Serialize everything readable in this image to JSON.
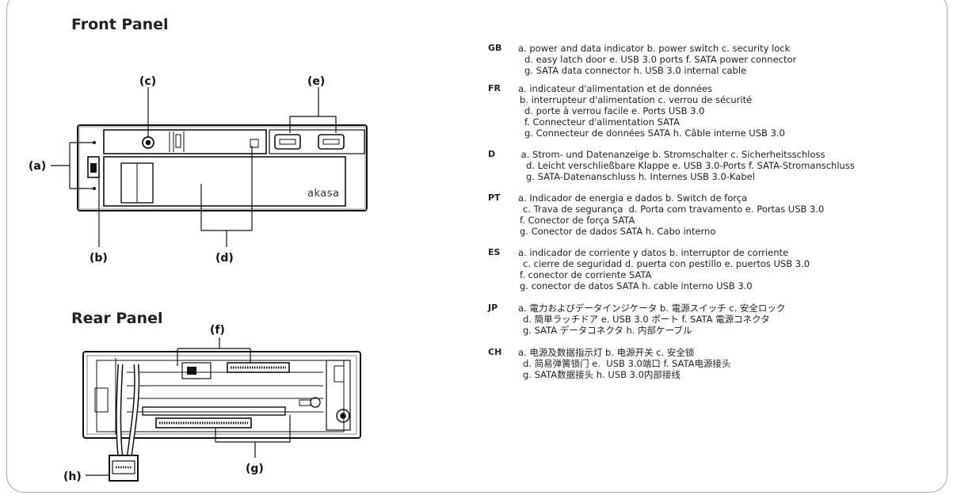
{
  "headings": {
    "front": "Front Panel",
    "rear": "Rear Panel"
  },
  "callouts": {
    "a": "(a)",
    "b": "(b)",
    "c": "(c)",
    "d": "(d)",
    "e": "(e)",
    "f": "(f)",
    "g": "(g)",
    "h": "(h)"
  },
  "brand": "akasa",
  "languages": [
    {
      "code": "GB",
      "lines": [
        "a. power and data indicator b. power switch c. security lock",
        "d. easy latch door e. USB 3.0 ports f. SATA power connector",
        "g. SATA data connector h. USB 3.0 internal cable"
      ]
    },
    {
      "code": "FR",
      "lines": [
        "a. indicateur d'alimentation et de données",
        "b. interrupteur d'alimentation c. verrou de sécurité",
        "d. porte à verrou facile e. Ports USB 3.0",
        "f. Connecteur d'alimentation SATA",
        "g. Connecteur de données SATA h. Câble interne USB 3.0"
      ]
    },
    {
      "code": "D",
      "lines": [
        " a. Strom- und Datenanzeige b. Stromschalter c. Sicherheitsschloss",
        "d. Leicht verschließbare Klappe e. USB 3.0-Ports f. SATA-Stromanschluss",
        "g. SATA-Datenanschluss h. Internes USB 3.0-Kabel"
      ]
    },
    {
      "code": "PT",
      "lines": [
        "a. Indicador de energia e dados b. Switch de força",
        "c. Trava de segurança  d. Porta com travamento e. Portas USB 3.0",
        "f. Conector de força SATA",
        "g. Conector de dados SATA h. Cabo interno"
      ]
    },
    {
      "code": "ES",
      "lines": [
        "a. indicador de corriente y datos b. interruptor de corriente",
        "c. cierre de seguridad d. puerta con pestillo e. puertos USB 3.0",
        "f. conector de corriente SATA",
        "g. conector de datos SATA h. cable interno USB 3.0"
      ]
    },
    {
      "code": "JP",
      "lines": [
        "a. 電力およびデータインジケータ b. 電源スイッチ c. 安全ロック",
        "d. 簡単ラッチドア e. USB 3.0 ポート f. SATA 電源コネクタ",
        "g. SATA データコネクタ h. 内部ケーブル"
      ]
    },
    {
      "code": "CH",
      "lines": [
        "a. 电源及数据指示灯 b. 电源开关 c. 安全锁",
        "d. 简易弹簧锁门 e.  USB 3.0端口 f. SATA电源接头",
        "g. SATA数据接头 h. USB 3.0内部接线"
      ]
    }
  ]
}
